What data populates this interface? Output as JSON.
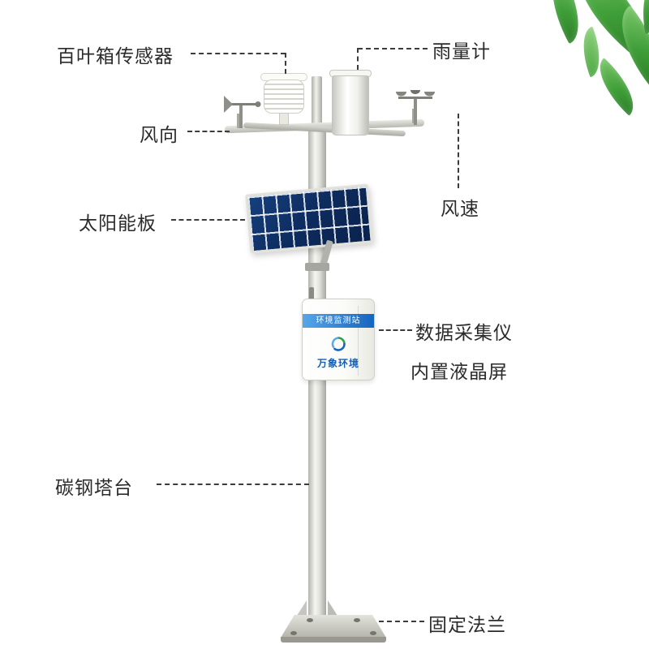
{
  "callouts": {
    "louver_sensor": "百叶箱传感器",
    "rain_gauge": "雨量计",
    "wind_direction": "风向",
    "wind_speed": "风速",
    "solar_panel": "太阳能板",
    "data_collector": "数据采集仪",
    "lcd_screen": "内置液晶屏",
    "tower": "碳钢塔台",
    "flange": "固定法兰"
  },
  "device": {
    "box_header": "环境监测站",
    "brand": "万象环境"
  },
  "colors": {
    "label_text": "#2b2b2b",
    "leader_line": "#3c3c3c",
    "solar_panel_blue": "#0c2a5c",
    "box_band_blue": "#1565c0",
    "brand_blue": "#1460b5",
    "leaf_green": "#3f9e37"
  }
}
